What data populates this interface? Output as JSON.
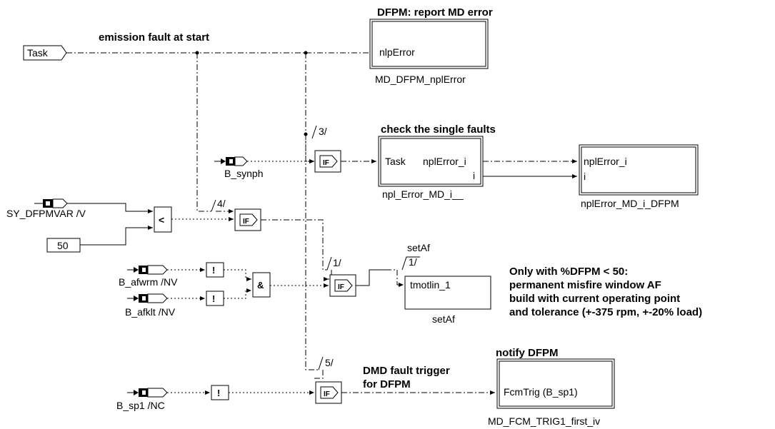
{
  "title": "",
  "inputs": {
    "task": "Task",
    "b_synph": "B_synph",
    "sy_dfpmvar": "SY_DFPMVAR /V",
    "const_50": "50",
    "b_afwrm": "B_afwrm /NV",
    "b_afklt": "B_afklt /NV",
    "b_sp1": "B_sp1 /NC"
  },
  "annotations": {
    "emission_fault": "emission fault at start",
    "dfpm_report": "DFPM: report MD error",
    "check_single": "check the single faults",
    "notify_dfpm": "notify DFPM",
    "dmd_trigger_1": "DMD fault trigger",
    "dmd_trigger_2": "for DFPM",
    "only_with": "Only with %DFPM < 50:",
    "permanent_misfire": "permanent misfire window AF",
    "build_with": "build with current operating point",
    "tolerance": "and tolerance (+-375 rpm, +-20% load)"
  },
  "sequence_labels": {
    "s3": "3/",
    "s4": "4/",
    "s1": "1/",
    "s5": "5/",
    "setaf_seq": "1/"
  },
  "operators": {
    "if": "IF",
    "lt": "<",
    "and": "&",
    "not": "!"
  },
  "blocks": {
    "npl_error_top": {
      "port": "nlpError",
      "name": "MD_DFPM_nplError"
    },
    "npl_error_md_i": {
      "port_task": "Task",
      "port_out": "nplError_i",
      "port_i": "i",
      "name": "npl_Error_MD_i__"
    },
    "npl_error_md_i_dfpm": {
      "port_in": "nplError_i",
      "port_i": "i",
      "name": "nplError_MD_i_DFPM"
    },
    "set_af": {
      "port": "tmotlin_1",
      "name": "setAf",
      "top_label": "setAf"
    },
    "fcm_trig": {
      "port": "FcmTrig (B_sp1)",
      "name": "MD_FCM_TRIG1_first_iv"
    }
  }
}
